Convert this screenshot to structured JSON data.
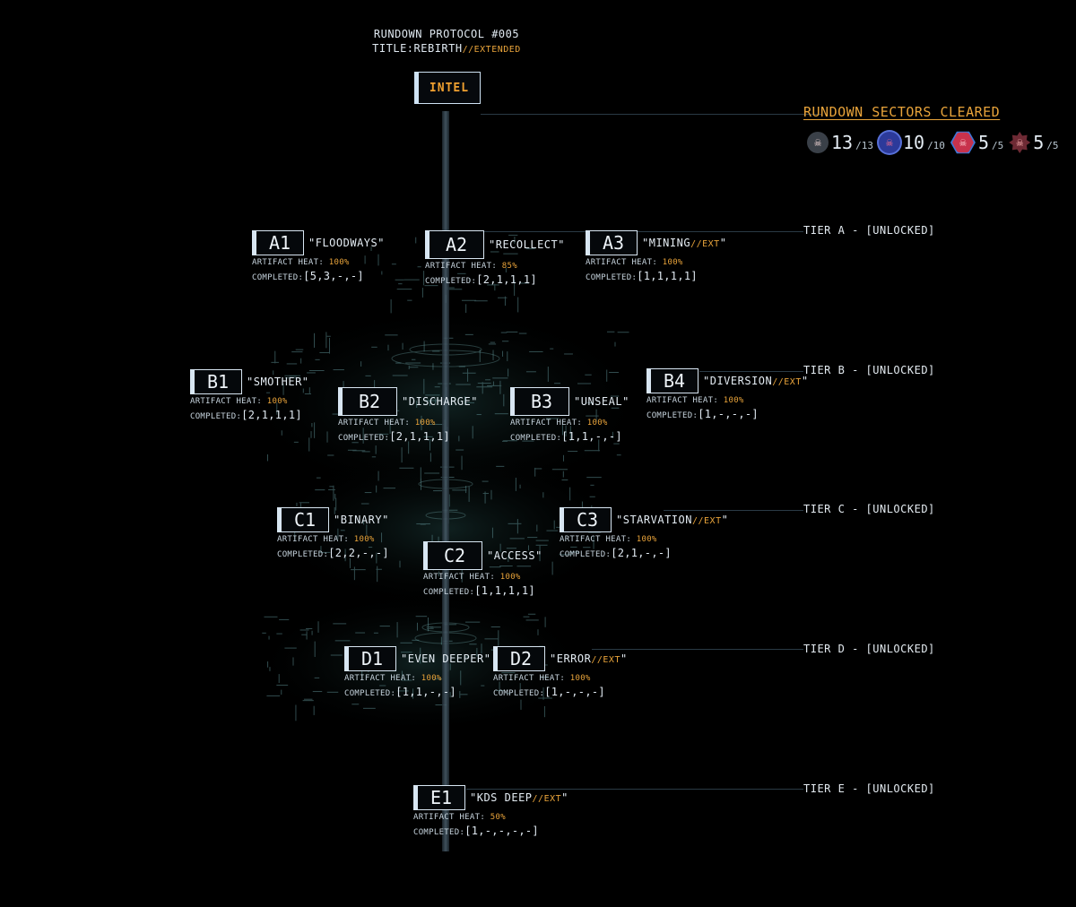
{
  "header": {
    "line1": "RUNDOWN PROTOCOL #005",
    "line2_prefix": "TITLE:REBIRTH",
    "line2_suffix": "//EXTENDED"
  },
  "intel_label": "INTEL",
  "sectors": {
    "title": "RUNDOWN SECTORS CLEARED",
    "stats": [
      {
        "icon": "skull-icon",
        "count": "13",
        "total": "/13"
      },
      {
        "icon": "skull-shield-icon",
        "count": "10",
        "total": "/10"
      },
      {
        "icon": "hex-skull-icon",
        "count": "5",
        "total": "/5"
      },
      {
        "icon": "gear-skull-icon",
        "count": "5",
        "total": "/5"
      }
    ]
  },
  "tiers": [
    {
      "id": "a",
      "label": "TIER A - [UNLOCKED]"
    },
    {
      "id": "b",
      "label": "TIER B - [UNLOCKED]"
    },
    {
      "id": "c",
      "label": "TIER C - [UNLOCKED]"
    },
    {
      "id": "d",
      "label": "TIER D - [UNLOCKED]"
    },
    {
      "id": "e",
      "label": "TIER E - [UNLOCKED]"
    }
  ],
  "labels": {
    "artifact_heat": "ARTIFACT HEAT:",
    "completed": "COMPLETED:"
  },
  "levels": {
    "a1": {
      "code": "A1",
      "name": "\"FLOODWAYS\"",
      "ext": "",
      "heat": "100%",
      "completed": "[5,3,-,-]"
    },
    "a2": {
      "code": "A2",
      "name": "\"RECOLLECT\"",
      "ext": "",
      "heat": "85%",
      "completed": "[2,1,1,1]"
    },
    "a3": {
      "code": "A3",
      "name": "\"MINING",
      "ext": "//EXT",
      "close": "\"",
      "heat": "100%",
      "completed": "[1,1,1,1]"
    },
    "b1": {
      "code": "B1",
      "name": "\"SMOTHER\"",
      "ext": "",
      "heat": "100%",
      "completed": "[2,1,1,1]"
    },
    "b2": {
      "code": "B2",
      "name": "\"DISCHARGE\"",
      "ext": "",
      "heat": "100%",
      "completed": "[2,1,1,1]"
    },
    "b3": {
      "code": "B3",
      "name": "\"UNSEAL\"",
      "ext": "",
      "heat": "100%",
      "completed": "[1,1,-,-]"
    },
    "b4": {
      "code": "B4",
      "name": "\"DIVERSION",
      "ext": "//EXT",
      "close": "\"",
      "heat": "100%",
      "completed": "[1,-,-,-]"
    },
    "c1": {
      "code": "C1",
      "name": "\"BINARY\"",
      "ext": "",
      "heat": "100%",
      "completed": "[2,2,-,-]"
    },
    "c2": {
      "code": "C2",
      "name": "\"ACCESS\"",
      "ext": "",
      "heat": "100%",
      "completed": "[1,1,1,1]"
    },
    "c3": {
      "code": "C3",
      "name": "\"STARVATION",
      "ext": "//EXT",
      "close": "\"",
      "heat": "100%",
      "completed": "[2,1,-,-]"
    },
    "d1": {
      "code": "D1",
      "name": "\"EVEN DEEPER\"",
      "ext": "",
      "heat": "100%",
      "completed": "[1,1,-,-]"
    },
    "d2": {
      "code": "D2",
      "name": "\"ERROR",
      "ext": "//EXT",
      "close": "\"",
      "heat": "100%",
      "completed": "[1,-,-,-]"
    },
    "e1": {
      "code": "E1",
      "name": "\"KDS DEEP",
      "ext": "//EXT",
      "close": "\"",
      "heat": "50%",
      "completed": "[1,-,-,-,-]"
    }
  }
}
